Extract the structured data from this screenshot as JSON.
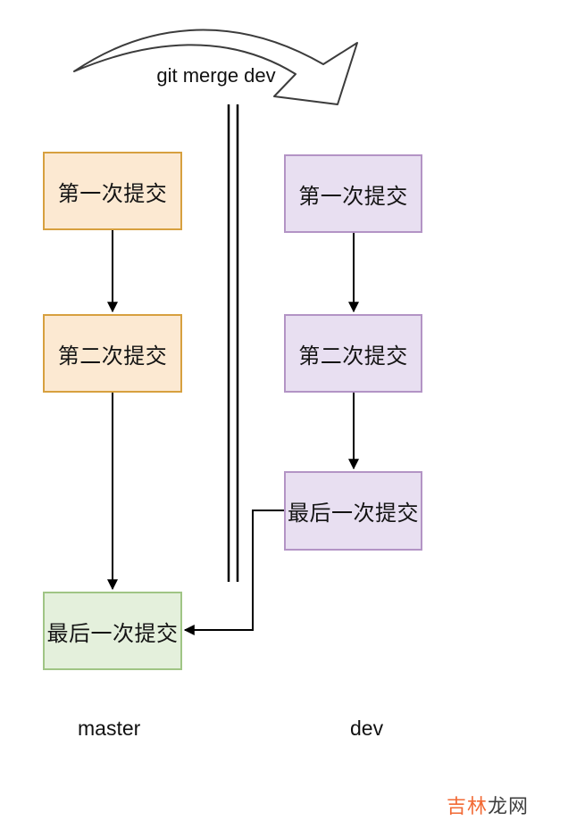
{
  "diagram": {
    "merge_arrow_label": "git merge dev",
    "columns": [
      {
        "branch": "master",
        "commits": [
          "第一次提交",
          "第二次提交",
          "最后一次提交"
        ]
      },
      {
        "branch": "dev",
        "commits": [
          "第一次提交",
          "第二次提交",
          "最后一次提交"
        ]
      }
    ]
  },
  "colors": {
    "master_commit_fill": "#FCE9D2",
    "master_commit_border": "#D7A03F",
    "dev_commit_fill": "#E8DFF1",
    "dev_commit_border": "#B394C5",
    "merge_commit_fill": "#E4F0DC",
    "merge_commit_border": "#A0C585",
    "connector_line": "#000000",
    "curved_arrow_outline": "#3C3C3C",
    "watermark_accent": "#F26A35",
    "watermark_plain": "#3F3F3F"
  },
  "watermark": {
    "accent_part": "吉林",
    "plain_part": "龙网"
  }
}
